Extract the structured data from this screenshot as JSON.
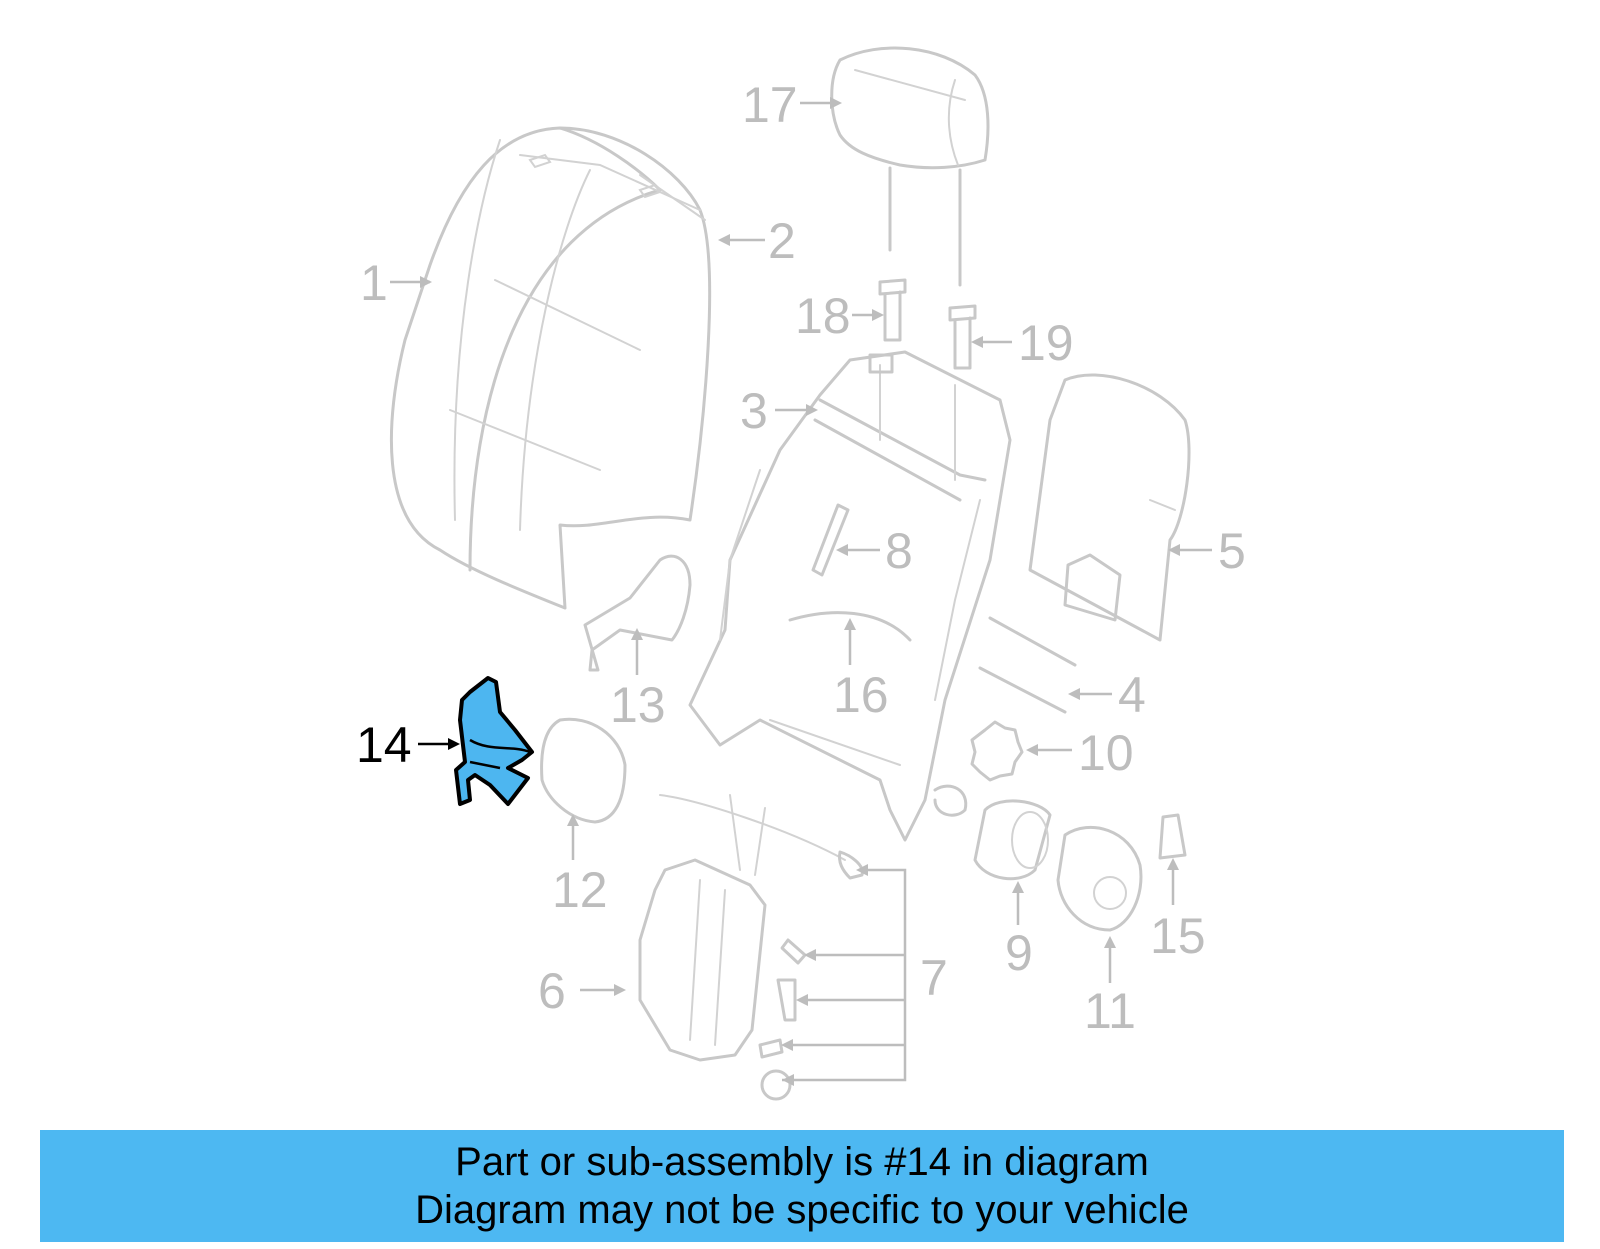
{
  "diagram": {
    "highlight_color": "#4db6f0",
    "part_color": "#c8c8c8",
    "highlighted_part": "14",
    "callouts": [
      {
        "id": "c1",
        "label": "1"
      },
      {
        "id": "c2",
        "label": "2"
      },
      {
        "id": "c3",
        "label": "3"
      },
      {
        "id": "c4",
        "label": "4"
      },
      {
        "id": "c5",
        "label": "5"
      },
      {
        "id": "c6",
        "label": "6"
      },
      {
        "id": "c7",
        "label": "7"
      },
      {
        "id": "c8",
        "label": "8"
      },
      {
        "id": "c9",
        "label": "9"
      },
      {
        "id": "c10",
        "label": "10"
      },
      {
        "id": "c11",
        "label": "11"
      },
      {
        "id": "c12",
        "label": "12"
      },
      {
        "id": "c13",
        "label": "13"
      },
      {
        "id": "c14",
        "label": "14"
      },
      {
        "id": "c15",
        "label": "15"
      },
      {
        "id": "c16",
        "label": "16"
      },
      {
        "id": "c17",
        "label": "17"
      },
      {
        "id": "c18",
        "label": "18"
      },
      {
        "id": "c19",
        "label": "19"
      }
    ]
  },
  "banner": {
    "line1": "Part or sub-assembly is #14 in diagram",
    "line2": "Diagram may not be specific to your vehicle",
    "background": "#4db8f2"
  }
}
